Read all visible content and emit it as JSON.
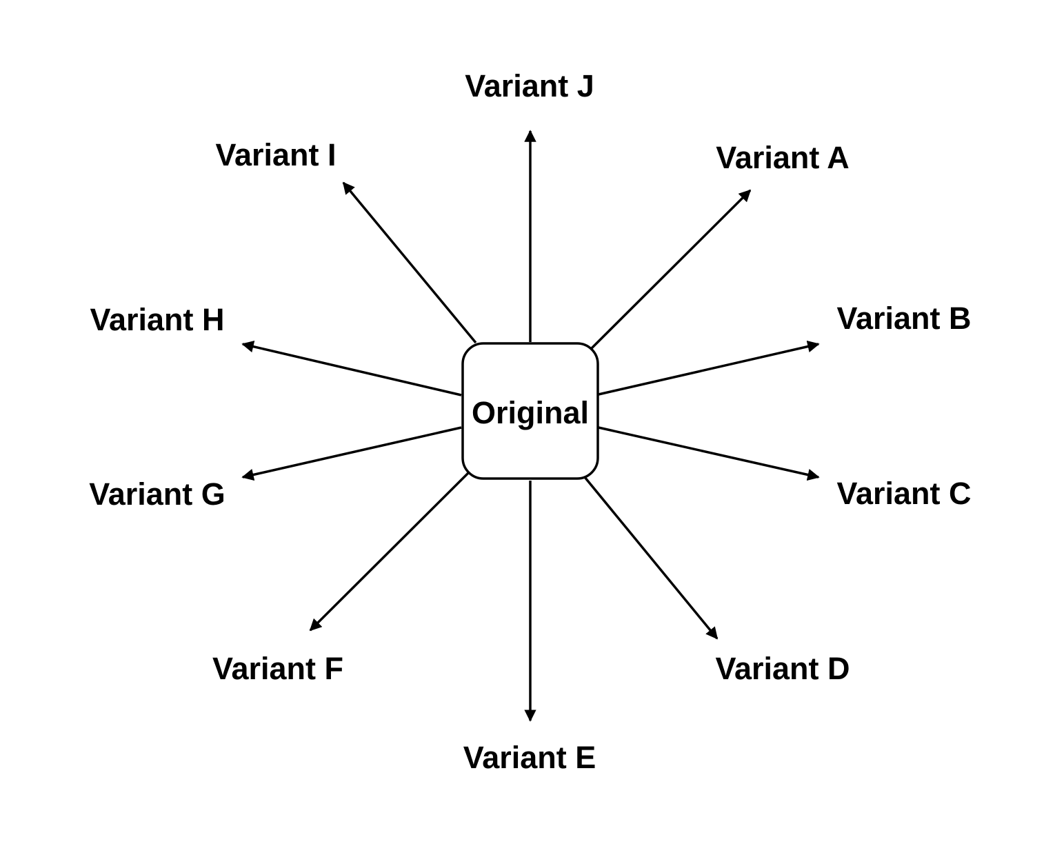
{
  "center": {
    "label": "Original"
  },
  "variants": [
    {
      "id": "A",
      "label": "Variant A"
    },
    {
      "id": "B",
      "label": "Variant B"
    },
    {
      "id": "C",
      "label": "Variant C"
    },
    {
      "id": "D",
      "label": "Variant D"
    },
    {
      "id": "E",
      "label": "Variant E"
    },
    {
      "id": "F",
      "label": "Variant F"
    },
    {
      "id": "G",
      "label": "Variant G"
    },
    {
      "id": "H",
      "label": "Variant H"
    },
    {
      "id": "I",
      "label": "Variant I"
    },
    {
      "id": "J",
      "label": "Variant J"
    }
  ],
  "colors": {
    "stroke": "#000000",
    "background": "#ffffff"
  }
}
